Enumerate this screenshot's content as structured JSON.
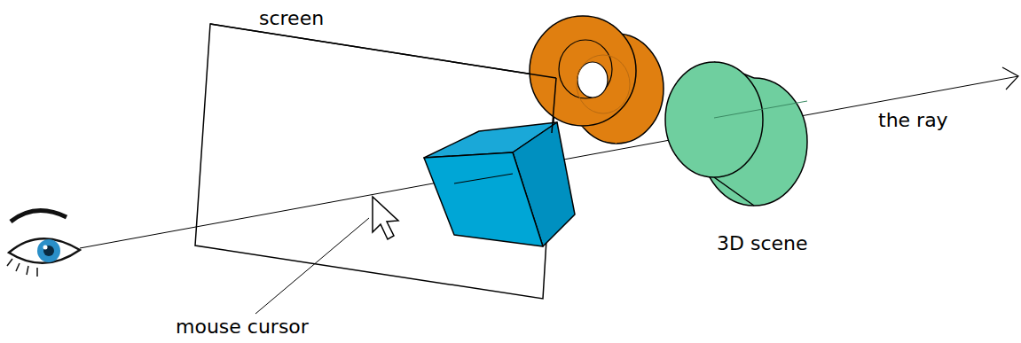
{
  "diagram": {
    "labels": [
      "screen",
      "the ray",
      "3D scene",
      "mouse cursor"
    ]
  }
}
